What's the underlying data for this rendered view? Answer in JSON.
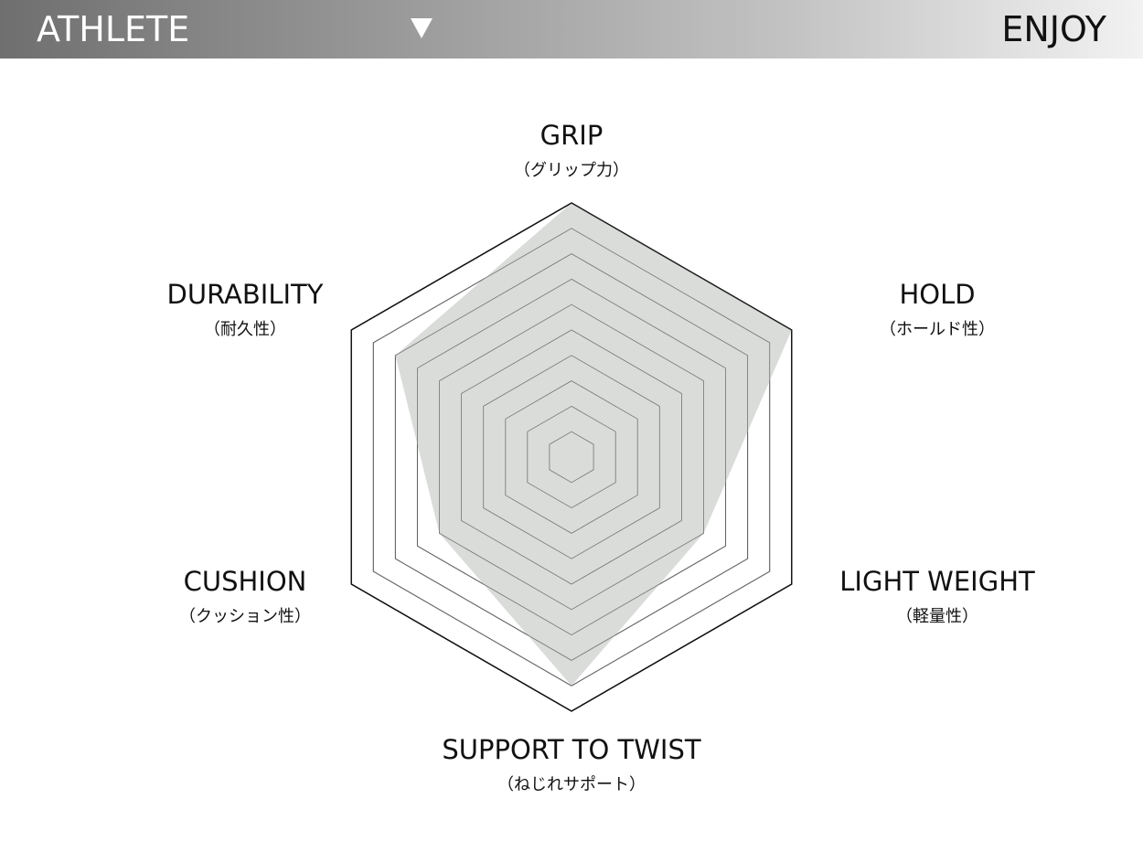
{
  "scale_bar": {
    "left_label": "ATHLETE",
    "right_label": "ENJOY",
    "marker_icon": "triangle-down-icon"
  },
  "chart_data": {
    "type": "radar",
    "axes": [
      {
        "label": "GRIP",
        "sublabel": "（グリップ力）",
        "value": 10
      },
      {
        "label": "HOLD",
        "sublabel": "（ホールド性）",
        "value": 10
      },
      {
        "label": "LIGHT WEIGHT",
        "sublabel": "（軽量性）",
        "value": 6
      },
      {
        "label": "SUPPORT TO TWIST",
        "sublabel": "（ねじれサポート）",
        "value": 9
      },
      {
        "label": "CUSHION",
        "sublabel": "（クッション性）",
        "value": 6
      },
      {
        "label": "DURABILITY",
        "sublabel": "（耐久性）",
        "value": 8
      }
    ],
    "rlim": [
      0,
      10
    ],
    "ring_count": 10,
    "colors": {
      "fill": "#d6d8d6",
      "grid": "#666666",
      "outer": "#111111"
    }
  }
}
